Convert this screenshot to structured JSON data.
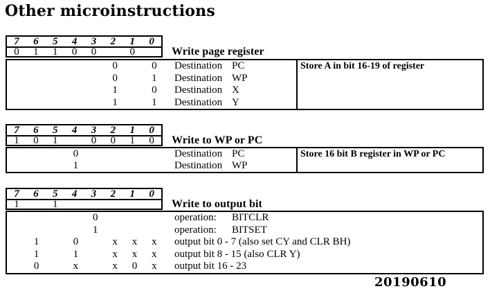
{
  "title": "Other microinstructions",
  "date": "20190610",
  "bit_header": [
    "7",
    "6",
    "5",
    "4",
    "3",
    "2",
    "1",
    "0"
  ],
  "tables": [
    {
      "label": "Write page register",
      "fixed_bits": [
        "0",
        "1",
        "1",
        "0",
        "0",
        "",
        "0",
        ""
      ],
      "note": "Store A in bit 16-19 of register",
      "rows": [
        {
          "bits": [
            "",
            "",
            "",
            "",
            "",
            "0",
            "",
            "0"
          ],
          "desc": "Destination",
          "value": "PC"
        },
        {
          "bits": [
            "",
            "",
            "",
            "",
            "",
            "0",
            "",
            "1"
          ],
          "desc": "Destination",
          "value": "WP"
        },
        {
          "bits": [
            "",
            "",
            "",
            "",
            "",
            "1",
            "",
            "0"
          ],
          "desc": "Destination",
          "value": "X"
        },
        {
          "bits": [
            "",
            "",
            "",
            "",
            "",
            "1",
            "",
            "1"
          ],
          "desc": "Destination",
          "value": "Y"
        }
      ]
    },
    {
      "label": "Write to WP or PC",
      "fixed_bits": [
        "1",
        "0",
        "1",
        "",
        "0",
        "0",
        "1",
        "0"
      ],
      "note": "Store 16 bit B register in WP or PC",
      "rows": [
        {
          "bits": [
            "",
            "",
            "",
            "0",
            "",
            "",
            "",
            ""
          ],
          "desc": "Destination",
          "value": "PC"
        },
        {
          "bits": [
            "",
            "",
            "",
            "1",
            "",
            "",
            "",
            ""
          ],
          "desc": "Destination",
          "value": "WP"
        }
      ]
    },
    {
      "label": "Write to output bit",
      "fixed_bits": [
        "1",
        "",
        "1",
        "",
        "",
        "",
        "",
        ""
      ],
      "note": "",
      "rows": [
        {
          "bits": [
            "",
            "",
            "",
            "",
            "0",
            "",
            "",
            ""
          ],
          "desc": "operation:",
          "value": "BITCLR"
        },
        {
          "bits": [
            "",
            "",
            "",
            "",
            "1",
            "",
            "",
            ""
          ],
          "desc": "operation:",
          "value": "BITSET"
        },
        {
          "bits": [
            "",
            "1",
            "",
            "0",
            "",
            "x",
            "x",
            "x"
          ],
          "desc": "output bit 0 - 7 (also set CY and CLR BH)",
          "value": ""
        },
        {
          "bits": [
            "",
            "1",
            "",
            "1",
            "",
            "x",
            "x",
            "x"
          ],
          "desc": "output bit 8 - 15 (also CLR Y)",
          "value": ""
        },
        {
          "bits": [
            "",
            "0",
            "",
            "x",
            "",
            "x",
            "0",
            "x"
          ],
          "desc": "output bit 16 - 23",
          "value": ""
        }
      ]
    }
  ]
}
